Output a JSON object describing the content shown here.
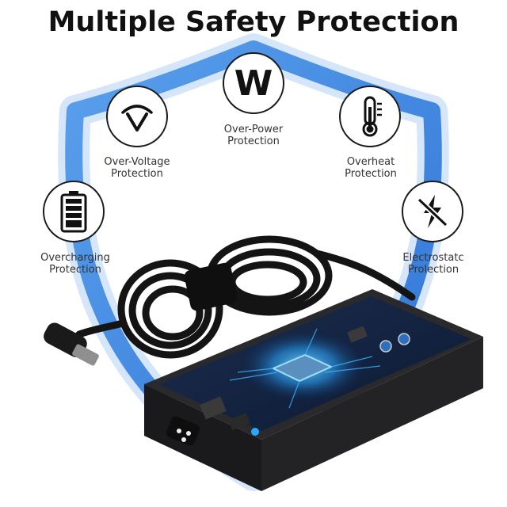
{
  "title": "Multiple Safety Protection",
  "features": [
    {
      "name": "over-power",
      "line1": "Over-Power",
      "line2": "Protection",
      "icon": "watt-icon"
    },
    {
      "name": "over-voltage",
      "line1": "Over-Voltage",
      "line2": "Protection",
      "icon": "voltage-arc-icon"
    },
    {
      "name": "overheat",
      "line1": "Overheat",
      "line2": "Protection",
      "icon": "thermometer-icon"
    },
    {
      "name": "overcharging",
      "line1": "Overcharging",
      "line2": "Protection",
      "icon": "battery-icon"
    },
    {
      "name": "electrostatic",
      "line1": "Electrostatc",
      "line2": "Prolection",
      "icon": "lightning-slash-icon"
    }
  ],
  "watt_symbol": "W",
  "colors": {
    "shield": "#3f86e0",
    "circuit_glow": "#2aa7ff",
    "adapter": "#1c1c1e"
  }
}
